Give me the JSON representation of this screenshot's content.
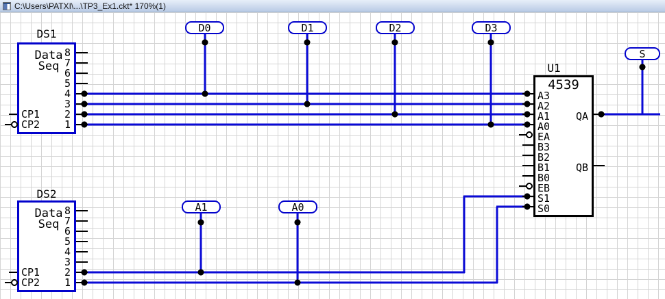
{
  "window": {
    "title": "C:\\Users\\PATXI\\...\\TP3_Ex1.ckt* 170%(1)"
  },
  "schematic": {
    "ds1": {
      "ref": "DS1",
      "type_line1": "Data",
      "type_line2": "Seq",
      "pins_right": [
        "8",
        "7",
        "6",
        "5",
        "4",
        "3",
        "2",
        "1"
      ],
      "pins_left": [
        "CP1",
        "CP2"
      ]
    },
    "ds2": {
      "ref": "DS2",
      "type_line1": "Data",
      "type_line2": "Seq",
      "pins_right": [
        "8",
        "7",
        "6",
        "5",
        "4",
        "3",
        "2",
        "1"
      ],
      "pins_left": [
        "CP1",
        "CP2"
      ]
    },
    "u1": {
      "ref": "U1",
      "part_number": "4539",
      "pins_left": [
        "A3",
        "A2",
        "A1",
        "A0",
        "EA",
        "B3",
        "B2",
        "B1",
        "B0",
        "EB",
        "S1",
        "S0"
      ],
      "pins_right": [
        "QA",
        "QB"
      ]
    },
    "probes": {
      "d0": "D0",
      "d1": "D1",
      "d2": "D2",
      "d3": "D3",
      "a1": "A1",
      "a0": "A0",
      "s": "S"
    }
  },
  "colors": {
    "wire": "#0a0ad6",
    "symbol": "#0202cc",
    "outline": "#000000",
    "grid": "#d4d4d4",
    "canvas_bg": "#ffffff",
    "titlebar_top": "#e7eef9",
    "titlebar_bottom": "#b9cbe5"
  }
}
